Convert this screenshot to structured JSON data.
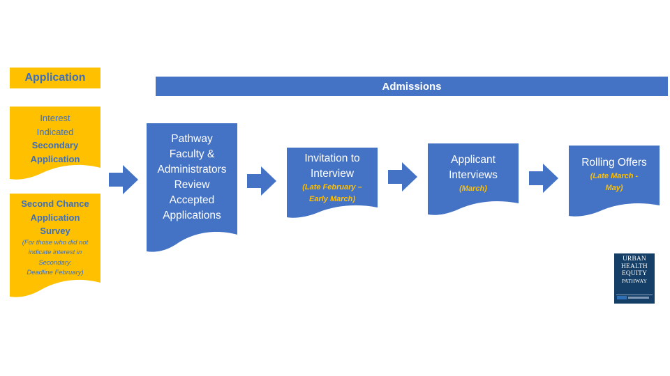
{
  "headers": {
    "application": "Application",
    "admissions": "Admissions"
  },
  "application_docs": {
    "interest": {
      "line1": "Interest",
      "line2": "Indicated",
      "line3": "Secondary",
      "line4": "Application"
    },
    "second_chance": {
      "line1": "Second Chance",
      "line2": "Application",
      "line3": "Survey",
      "note1": "(For those who did not",
      "note2": "indicate interest in",
      "note3": "Secondary.",
      "note4": "Deadline February)"
    }
  },
  "admission_steps": {
    "review": {
      "line1": "Pathway",
      "line2": "Faculty &",
      "line3": "Administrators",
      "line4": "Review",
      "line5": "Accepted",
      "line6": "Applications"
    },
    "invitation": {
      "line1": "Invitation to",
      "line2": "Interview",
      "date1": "(Late February –",
      "date2": "Early March)"
    },
    "interviews": {
      "line1": "Applicant",
      "line2": "Interviews",
      "date1": "(March)"
    },
    "offers": {
      "line1": "Rolling Offers",
      "date1": "(Late March -",
      "date2": "May)"
    }
  },
  "logo": {
    "line1": "URBAN",
    "line2": "HEALTH",
    "line3": "EQUITY",
    "line4": "PATHWAY"
  },
  "colors": {
    "application_yellow": "#ffc000",
    "admissions_blue": "#4472c4",
    "label_blue": "#3c6fbe",
    "logo_navy": "#163f67"
  }
}
